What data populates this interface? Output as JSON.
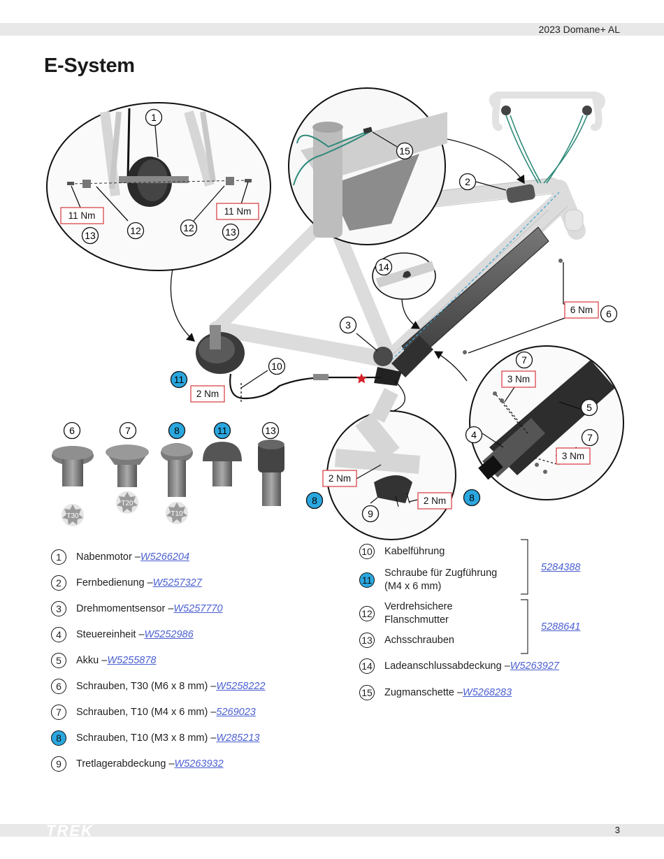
{
  "header": {
    "doc_title": "2023 Domane+ AL"
  },
  "page": {
    "title": "E-System",
    "number": "3"
  },
  "brand": {
    "logo_text": "TREK"
  },
  "colors": {
    "callout_blue": "#2ba7df",
    "torque_red": "#d9464a",
    "cable_teal": "#2e8a7a",
    "link": "#4a5fd0"
  },
  "diagram": {
    "callouts": [
      "1",
      "2",
      "3",
      "4",
      "5",
      "6",
      "7",
      "8",
      "9",
      "10",
      "11",
      "12",
      "13",
      "14",
      "15"
    ],
    "torque": {
      "axle": "11 Nm",
      "battery_bolts": "6 Nm",
      "controller_bolts": "3 Nm",
      "small_bolts": "2 Nm"
    },
    "bit_labels": [
      "T30",
      "T20",
      "T10"
    ]
  },
  "parts_left": [
    {
      "n": "1",
      "name": "Nabenmotor – ",
      "pn": "W5266204",
      "blue": false
    },
    {
      "n": "2",
      "name": "Fernbedienung – ",
      "pn": "W5257327",
      "blue": false
    },
    {
      "n": "3",
      "name": "Drehmomentsensor – ",
      "pn": "W5257770",
      "blue": false
    },
    {
      "n": "4",
      "name": "Steuereinheit – ",
      "pn": "W5252986",
      "blue": false
    },
    {
      "n": "5",
      "name": "Akku – ",
      "pn": "W5255878",
      "blue": false
    },
    {
      "n": "6",
      "name": "Schrauben, T30 (M6 x 8 mm) – ",
      "pn": "W5258222",
      "blue": false
    },
    {
      "n": "7",
      "name": "Schrauben, T10 (M4 x 6 mm) – ",
      "pn": "5269023",
      "blue": false
    },
    {
      "n": "8",
      "name": "Schrauben, T10 (M3 x 8 mm) – ",
      "pn": "W285213",
      "blue": true
    },
    {
      "n": "9",
      "name": "Tretlagerabdeckung – ",
      "pn": "W5263932",
      "blue": false
    }
  ],
  "parts_right": {
    "r10": {
      "n": "10",
      "name": "Kabelführung"
    },
    "r11": {
      "n": "11",
      "name_l1": "Schraube für Zugführung",
      "name_l2": "(M4 x 6 mm)"
    },
    "group_a_pn": "5284388",
    "r12": {
      "n": "12",
      "name_l1": "Verdrehsichere",
      "name_l2": "Flanschmutter"
    },
    "r13": {
      "n": "13",
      "name": "Achsschrauben"
    },
    "group_b_pn": "5288641",
    "r14": {
      "n": "14",
      "name": "Ladeanschlussabdeckung – ",
      "pn": "W5263927"
    },
    "r15": {
      "n": "15",
      "name": "Zugmanschette – ",
      "pn": "W5268283"
    }
  }
}
